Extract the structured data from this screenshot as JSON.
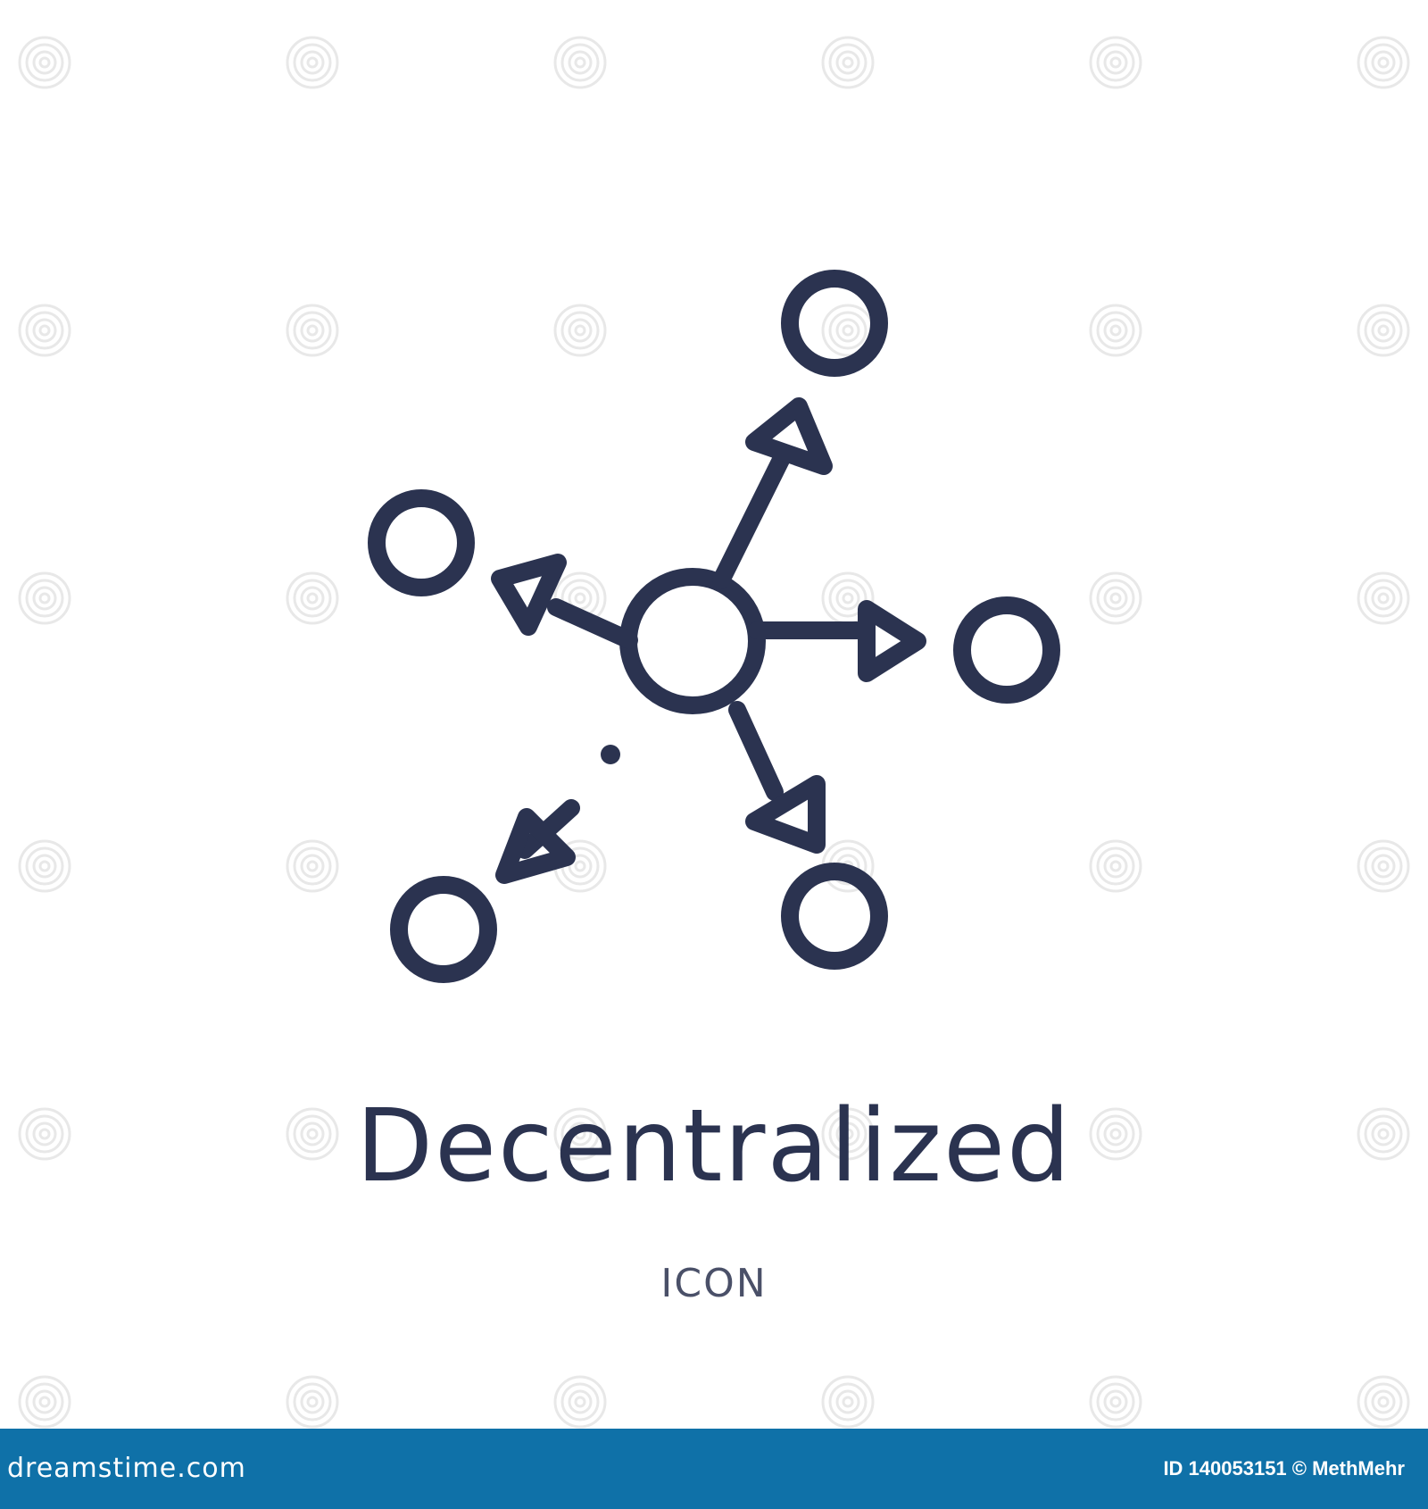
{
  "colors": {
    "icon_stroke": "#2b3350",
    "title": "#2b3350",
    "subtitle": "#4a5068",
    "footer_background": "#0f71a8",
    "footer_text": "#ffffff",
    "watermark": "#e6e6e6"
  },
  "icon": {
    "name": "decentralized-network-icon"
  },
  "title": "Decentralized",
  "subtitle": "ICON",
  "footer": {
    "site": "dreamstime.com",
    "credit": "ID 140053151 © MethMehr"
  }
}
